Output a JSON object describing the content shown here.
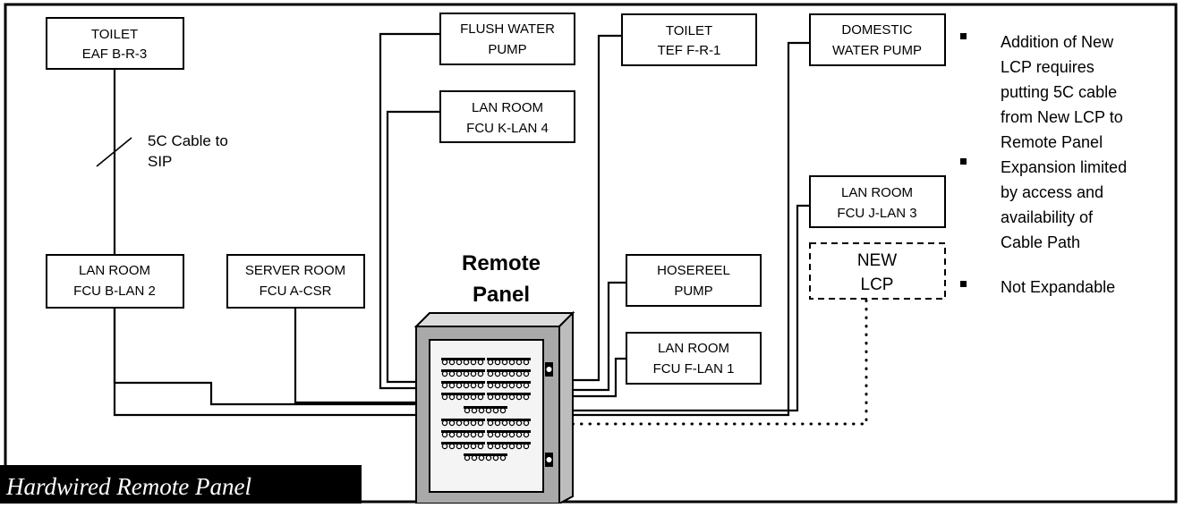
{
  "devices": {
    "toilet_eaf": [
      "TOILET",
      "EAF B-R-3"
    ],
    "flush_pump": [
      "FLUSH WATER",
      "PUMP"
    ],
    "toilet_tef": [
      "TOILET",
      "TEF F-R-1"
    ],
    "domestic_pump": [
      "DOMESTIC",
      "WATER PUMP"
    ],
    "lan_k": [
      "LAN ROOM",
      "FCU K-LAN 4"
    ],
    "lan_b": [
      "LAN ROOM",
      "FCU B-LAN 2"
    ],
    "server_room": [
      "SERVER ROOM",
      "FCU A-CSR"
    ],
    "hosereel_pump": [
      "HOSEREEL",
      "PUMP"
    ],
    "lan_f": [
      "LAN ROOM",
      "FCU F-LAN 1"
    ],
    "lan_j": [
      "LAN ROOM",
      "FCU J-LAN 3"
    ],
    "new_lcp": [
      "NEW",
      "LCP"
    ]
  },
  "cable_note": [
    "5C Cable to",
    "SIP"
  ],
  "panel_title": [
    "Remote",
    "Panel"
  ],
  "bullets": [
    [
      "Addition of New",
      "LCP requires",
      "putting 5C cable",
      "from New LCP to",
      "Remote Panel"
    ],
    [
      "Expansion limited",
      "by access and",
      "availability of",
      "Cable Path"
    ],
    [
      "Not Expandable"
    ]
  ],
  "caption": "Hardwired Remote Panel"
}
